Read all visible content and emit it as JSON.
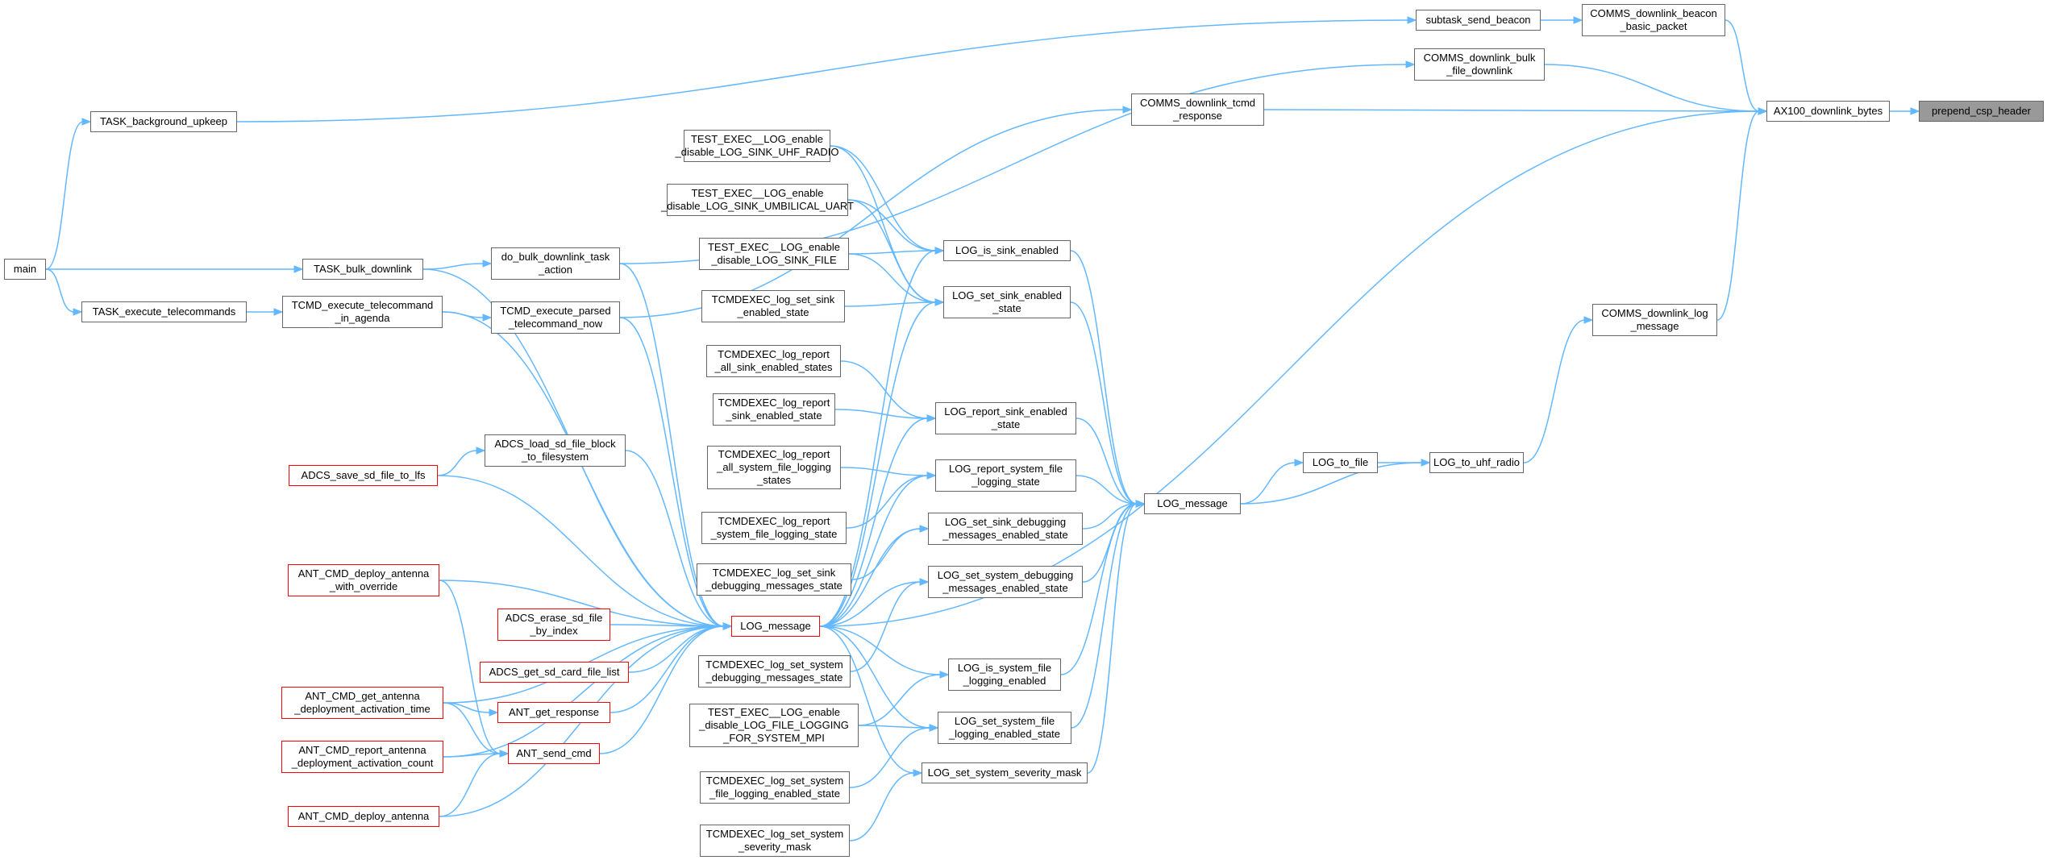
{
  "graph": {
    "edge_color": "#63b8ff",
    "focus_fill": "#999999",
    "highlight_border": "#ff0000",
    "nodes": [
      {
        "id": "prepend",
        "lines": [
          "prepend_csp_header"
        ],
        "style": "focus"
      },
      {
        "id": "ax100",
        "lines": [
          "AX100_downlink_bytes"
        ],
        "style": "normal"
      },
      {
        "id": "beacon",
        "lines": [
          "COMMS_downlink_beacon",
          "_basic_packet"
        ],
        "style": "normal"
      },
      {
        "id": "subtask",
        "lines": [
          "subtask_send_beacon"
        ],
        "style": "normal"
      },
      {
        "id": "bulk",
        "lines": [
          "COMMS_downlink_bulk",
          "_file_downlink"
        ],
        "style": "normal"
      },
      {
        "id": "tcmdresp",
        "lines": [
          "COMMS_downlink_tcmd",
          "_response"
        ],
        "style": "normal"
      },
      {
        "id": "bgup",
        "lines": [
          "TASK_background_upkeep"
        ],
        "style": "normal"
      },
      {
        "id": "main",
        "lines": [
          "main"
        ],
        "style": "normal"
      },
      {
        "id": "taskbulk",
        "lines": [
          "TASK_bulk_downlink"
        ],
        "style": "normal"
      },
      {
        "id": "taskexec",
        "lines": [
          "TASK_execute_telecommands"
        ],
        "style": "normal"
      },
      {
        "id": "tcmdagenda",
        "lines": [
          "TCMD_execute_telecommand",
          "_in_agenda"
        ],
        "style": "normal"
      },
      {
        "id": "dobulk",
        "lines": [
          "do_bulk_downlink_task",
          "_action"
        ],
        "style": "normal"
      },
      {
        "id": "tcmdparsed",
        "lines": [
          "TCMD_execute_parsed",
          "_telecommand_now"
        ],
        "style": "normal"
      },
      {
        "id": "commslog",
        "lines": [
          "COMMS_downlink_log",
          "_message"
        ],
        "style": "normal"
      },
      {
        "id": "uhf",
        "lines": [
          "LOG_to_uhf_radio"
        ],
        "style": "normal"
      },
      {
        "id": "tofile",
        "lines": [
          "LOG_to_file"
        ],
        "style": "normal"
      },
      {
        "id": "logmsg",
        "lines": [
          "LOG_message"
        ],
        "style": "normal"
      },
      {
        "id": "issink",
        "lines": [
          "LOG_is_sink_enabled"
        ],
        "style": "normal"
      },
      {
        "id": "setsink",
        "lines": [
          "LOG_set_sink_enabled",
          "_state"
        ],
        "style": "normal"
      },
      {
        "id": "repsink",
        "lines": [
          "LOG_report_sink_enabled",
          "_state"
        ],
        "style": "normal"
      },
      {
        "id": "repsys",
        "lines": [
          "LOG_report_system_file",
          "_logging_state"
        ],
        "style": "normal"
      },
      {
        "id": "setsinkdbg",
        "lines": [
          "LOG_set_sink_debugging",
          "_messages_enabled_state"
        ],
        "style": "normal"
      },
      {
        "id": "setsysdbg",
        "lines": [
          "LOG_set_system_debugging",
          "_messages_enabled_state"
        ],
        "style": "normal"
      },
      {
        "id": "issysfile",
        "lines": [
          "LOG_is_system_file",
          "_logging_enabled"
        ],
        "style": "normal"
      },
      {
        "id": "setsysfile",
        "lines": [
          "LOG_set_system_file",
          "_logging_enabled_state"
        ],
        "style": "normal"
      },
      {
        "id": "setsev",
        "lines": [
          "LOG_set_system_severity_mask"
        ],
        "style": "normal"
      },
      {
        "id": "te_uhf",
        "lines": [
          "TEST_EXEC__LOG_enable",
          "_disable_LOG_SINK_UHF_RADIO"
        ],
        "style": "normal"
      },
      {
        "id": "te_umb",
        "lines": [
          "TEST_EXEC__LOG_enable",
          "_disable_LOG_SINK_UMBILICAL_UART"
        ],
        "style": "normal"
      },
      {
        "id": "te_file",
        "lines": [
          "TEST_EXEC__LOG_enable",
          "_disable_LOG_SINK_FILE"
        ],
        "style": "normal"
      },
      {
        "id": "tc_setsink",
        "lines": [
          "TCMDEXEC_log_set_sink",
          "_enabled_state"
        ],
        "style": "normal"
      },
      {
        "id": "tc_repall",
        "lines": [
          "TCMDEXEC_log_report",
          "_all_sink_enabled_states"
        ],
        "style": "normal"
      },
      {
        "id": "tc_repsink",
        "lines": [
          "TCMDEXEC_log_report",
          "_sink_enabled_state"
        ],
        "style": "normal"
      },
      {
        "id": "tc_repallsys",
        "lines": [
          "TCMDEXEC_log_report",
          "_all_system_file_logging",
          "_states"
        ],
        "style": "normal"
      },
      {
        "id": "tc_repsys",
        "lines": [
          "TCMDEXEC_log_report",
          "_system_file_logging_state"
        ],
        "style": "normal"
      },
      {
        "id": "tc_setsinkdbg",
        "lines": [
          "TCMDEXEC_log_set_sink",
          "_debugging_messages_state"
        ],
        "style": "normal"
      },
      {
        "id": "tc_setsysdbg",
        "lines": [
          "TCMDEXEC_log_set_system",
          "_debugging_messages_state"
        ],
        "style": "normal"
      },
      {
        "id": "te_mpi",
        "lines": [
          "TEST_EXEC__LOG_enable",
          "_disable_LOG_FILE_LOGGING",
          "_FOR_SYSTEM_MPI"
        ],
        "style": "normal"
      },
      {
        "id": "tc_setsysfile",
        "lines": [
          "TCMDEXEC_log_set_system",
          "_file_logging_enabled_state"
        ],
        "style": "normal"
      },
      {
        "id": "tc_setsev",
        "lines": [
          "TCMDEXEC_log_set_system",
          "_severity_mask"
        ],
        "style": "normal"
      },
      {
        "id": "logmsg_red",
        "lines": [
          "LOG_message"
        ],
        "style": "red"
      },
      {
        "id": "adcs_load",
        "lines": [
          "ADCS_load_sd_file_block",
          "_to_filesystem"
        ],
        "style": "normal"
      },
      {
        "id": "adcs_save",
        "lines": [
          "ADCS_save_sd_file_to_lfs"
        ],
        "style": "red"
      },
      {
        "id": "ant_override",
        "lines": [
          "ANT_CMD_deploy_antenna",
          "_with_override"
        ],
        "style": "red"
      },
      {
        "id": "adcs_erase",
        "lines": [
          "ADCS_erase_sd_file",
          "_by_index"
        ],
        "style": "red"
      },
      {
        "id": "adcs_list",
        "lines": [
          "ADCS_get_sd_card_file_list"
        ],
        "style": "red"
      },
      {
        "id": "ant_getresp",
        "lines": [
          "ANT_get_response"
        ],
        "style": "red"
      },
      {
        "id": "ant_actime",
        "lines": [
          "ANT_CMD_get_antenna",
          "_deployment_activation_time"
        ],
        "style": "red"
      },
      {
        "id": "ant_send",
        "lines": [
          "ANT_send_cmd"
        ],
        "style": "red"
      },
      {
        "id": "ant_count",
        "lines": [
          "ANT_CMD_report_antenna",
          "_deployment_activation_count"
        ],
        "style": "red"
      },
      {
        "id": "ant_deploy",
        "lines": [
          "ANT_CMD_deploy_antenna"
        ],
        "style": "red"
      }
    ]
  }
}
